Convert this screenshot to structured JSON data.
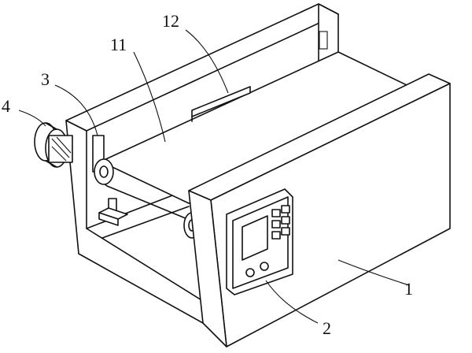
{
  "figure": {
    "labels": {
      "frame": "1",
      "control_panel": "2",
      "tension_sensor": "3",
      "motor": "4",
      "conveyor_belt": "11",
      "top_plate": "12"
    }
  }
}
